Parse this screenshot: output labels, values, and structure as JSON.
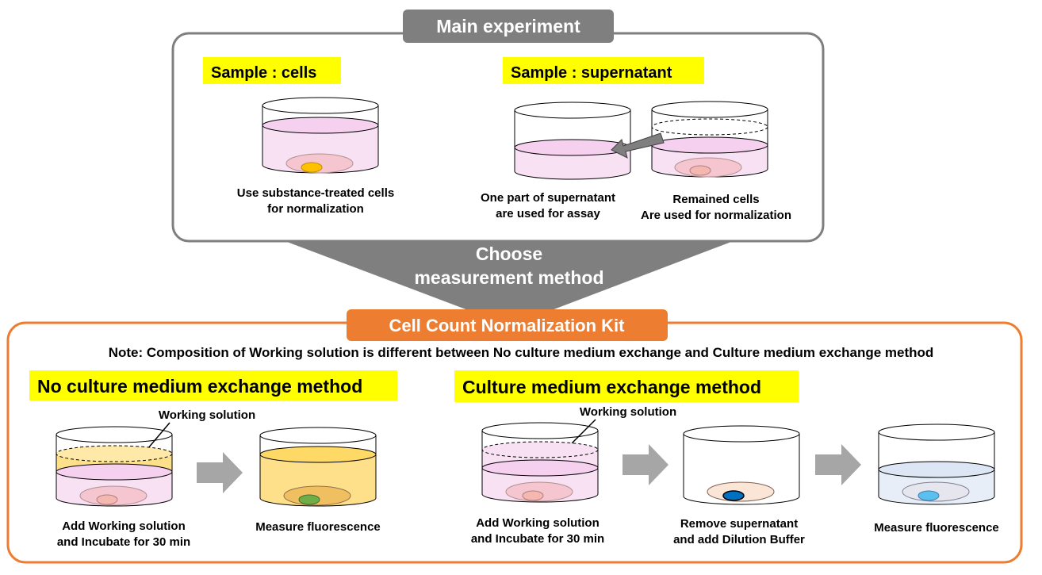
{
  "main": {
    "title": "Main experiment",
    "cells_label": "Sample : cells",
    "cells_caption": [
      "Use substance-treated cells",
      "for normalization"
    ],
    "supernatant_label": "Sample : supernatant",
    "supernatant_caption": [
      "One part of supernatant",
      "are used for assay"
    ],
    "remained_caption": [
      "Remained cells",
      "Are used for normalization"
    ]
  },
  "choose": {
    "lines": [
      "Choose",
      "measurement method"
    ]
  },
  "kit": {
    "title": "Cell Count Normalization Kit",
    "note": "Note: Composition of Working solution is different between No culture medium exchange and Culture medium exchange method",
    "no_exchange": {
      "label": "No culture medium exchange method",
      "working_solution": "Working solution",
      "step1": [
        "Add Working solution",
        "and Incubate for 30 min"
      ],
      "step2": "Measure fluorescence"
    },
    "exchange": {
      "label": "Culture medium exchange method",
      "working_solution": "Working solution",
      "step1": [
        "Add Working solution",
        "and Incubate for 30 min"
      ],
      "step2": [
        "Remove supernatant",
        "and add Dilution Buffer"
      ],
      "step3": "Measure fluorescence"
    }
  },
  "colors": {
    "gray_header": "#7f7f7f",
    "orange": "#ed7d31",
    "yellow_label": "#ffff00",
    "pink_medium": "#f9e1f4",
    "yellow_medium": "#ffe08a",
    "blue_medium": "#e8eef8"
  }
}
